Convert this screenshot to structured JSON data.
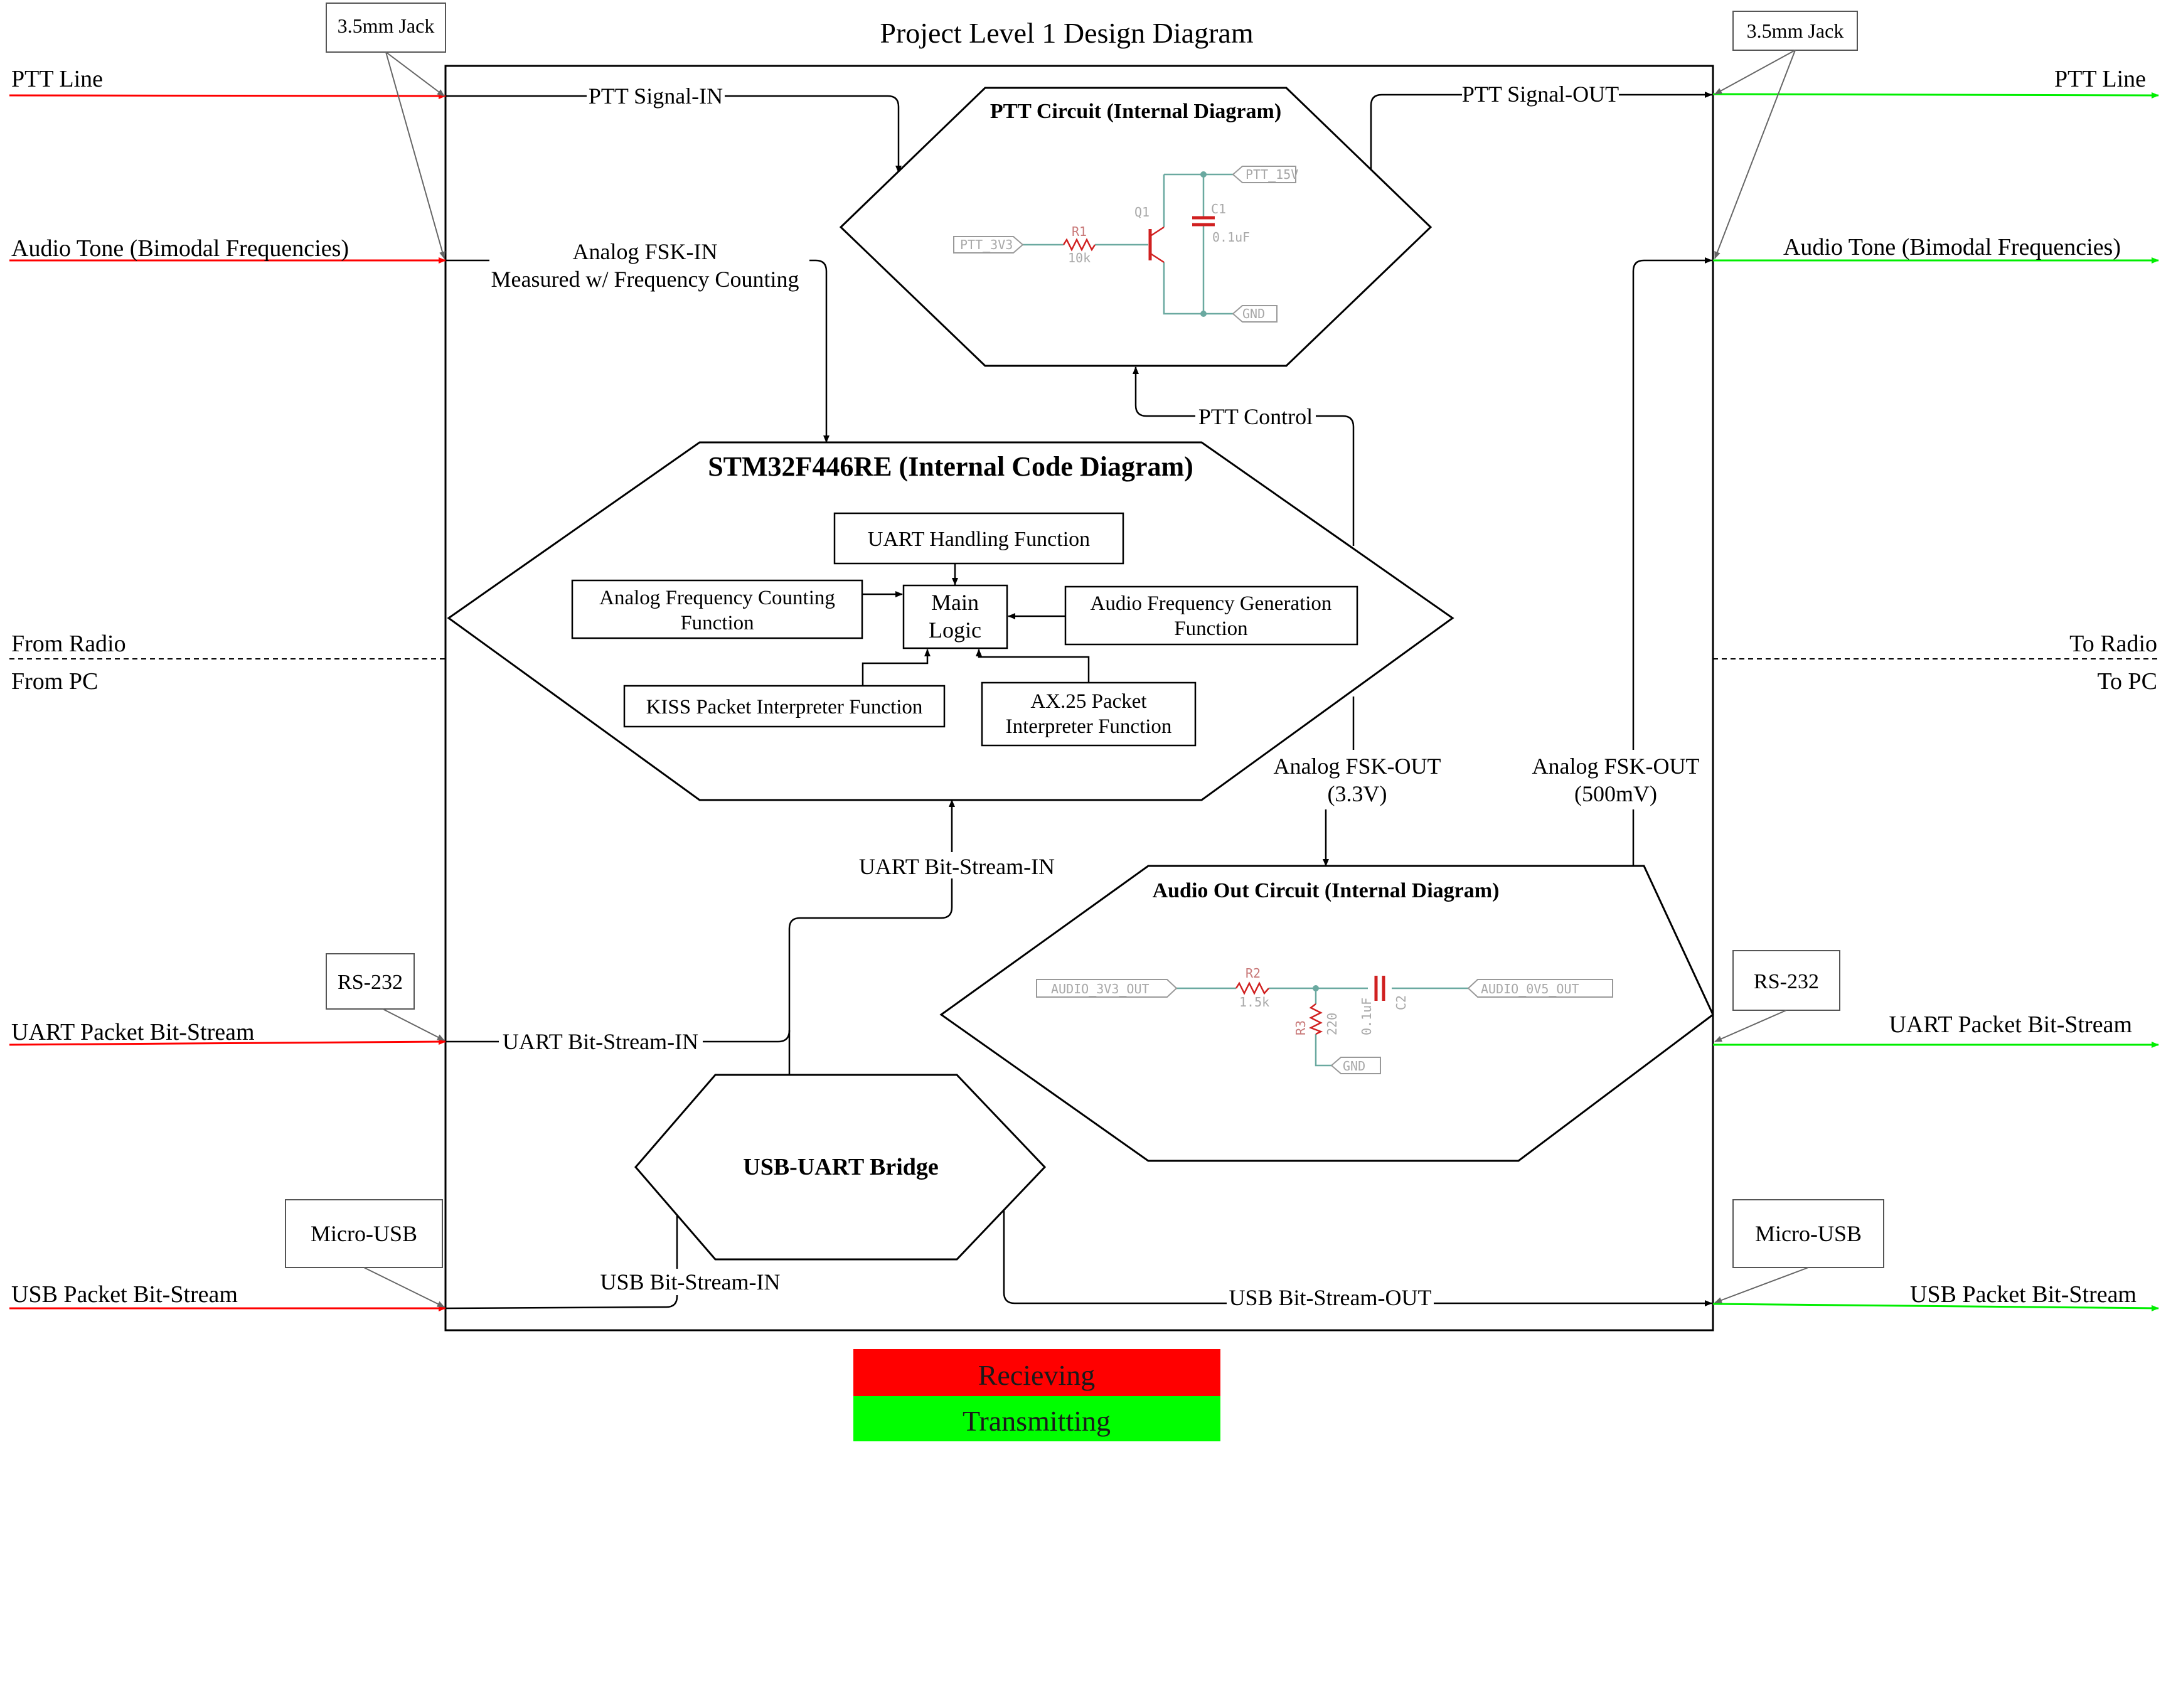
{
  "title": "Project Level 1 Design Diagram",
  "colors": {
    "receiving": "#ff0000",
    "transmitting": "#00ff00",
    "line": "#000000",
    "connector": "#666666",
    "wire": "#6aa9a0",
    "component": "#d02020"
  },
  "left_signals": {
    "ptt_line": "PTT Line",
    "audio_tone": "Audio Tone (Bimodal Frequencies)",
    "uart_packet": "UART Packet Bit-Stream",
    "usb_packet": "USB Packet Bit-Stream",
    "from_radio": "From Radio",
    "from_pc": "From PC"
  },
  "right_signals": {
    "ptt_line": "PTT Line",
    "audio_tone": "Audio Tone (Bimodal Frequencies)",
    "uart_packet": "UART Packet Bit-Stream",
    "usb_packet": "USB Packet Bit-Stream",
    "to_radio": "To Radio",
    "to_pc": "To PC"
  },
  "connectors": {
    "jack": "3.5mm Jack",
    "rs232": "RS-232",
    "micro_usb": "Micro-USB"
  },
  "flows": {
    "ptt_signal_in": "PTT Signal-IN",
    "ptt_signal_out": "PTT Signal-OUT",
    "analog_fsk_in_1": "Analog FSK-IN",
    "analog_fsk_in_2": "Measured w/ Frequency Counting",
    "ptt_control": "PTT Control",
    "analog_fsk_out_33_1": "Analog FSK-OUT",
    "analog_fsk_out_33_2": "(3.3V)",
    "analog_fsk_out_500_1": "Analog FSK-OUT",
    "analog_fsk_out_500_2": "(500mV)",
    "uart_in_main": "UART Bit-Stream-IN",
    "uart_in_left": "UART Bit-Stream-IN",
    "usb_in": "USB Bit-Stream-IN",
    "usb_out": "USB Bit-Stream-OUT"
  },
  "ptt_circuit": {
    "title": "PTT Circuit (Internal Diagram)",
    "net_15v": "PTT_15V",
    "net_3v3": "PTT_3V3",
    "gnd": "GND",
    "q1": "Q1",
    "r1": "R1",
    "r1_value": "10k",
    "c1": "C1",
    "c1_value": "0.1uF"
  },
  "stm32": {
    "title": "STM32F446RE (Internal Code Diagram)",
    "uart_func": "UART Handling Function",
    "main_1": "Main",
    "main_2": "Logic",
    "analog_func_1": "Analog Frequency Counting",
    "analog_func_2": "Function",
    "audio_func_1": "Audio Frequency Generation",
    "audio_func_2": "Function",
    "kiss_func": "KISS Packet Interpreter Function",
    "ax25_func_1": "AX.25 Packet",
    "ax25_func_2": "Interpreter Function"
  },
  "audio_circuit": {
    "title": "Audio Out Circuit (Internal Diagram)",
    "net_in": "AUDIO_3V3_OUT",
    "net_out": "AUDIO_0V5_OUT",
    "gnd": "GND",
    "r2": "R2",
    "r2_value": "1.5k",
    "r3": "R3",
    "r3_value": "220",
    "c2": "C2",
    "c2_value": "0.1uF"
  },
  "usb_bridge": {
    "title": "USB-UART Bridge"
  },
  "legend": {
    "receiving": "Recieving",
    "transmitting": "Transmitting"
  }
}
